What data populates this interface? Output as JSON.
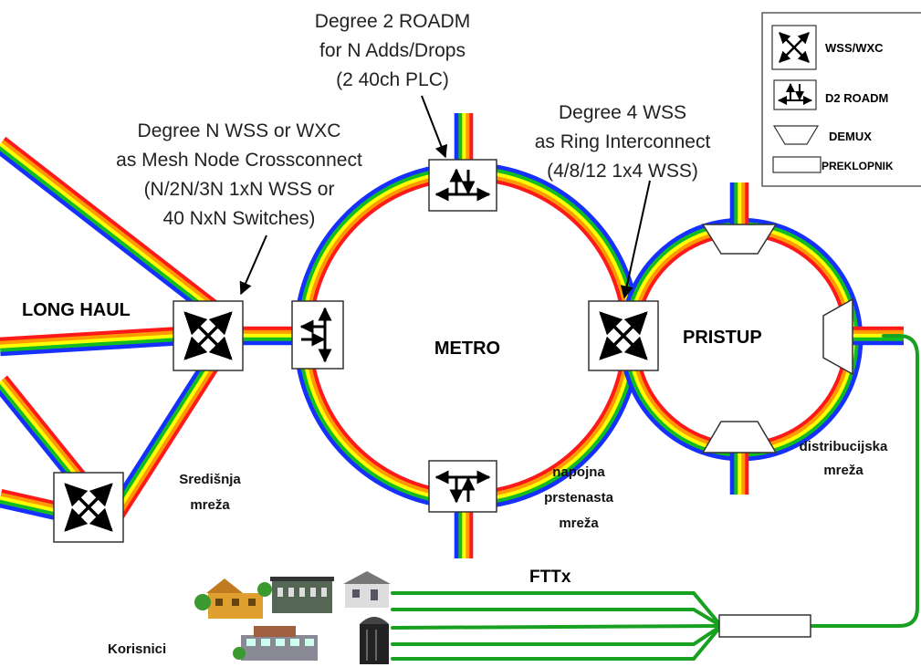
{
  "annotations": {
    "roadm_line1": "Degree 2 ROADM",
    "roadm_line2": "for N Adds/Drops",
    "roadm_line3": "(2 40ch PLC)",
    "meshnode_line1": "Degree N WSS or WXC",
    "meshnode_line2": "as Mesh Node Crossconnect",
    "meshnode_line3": "(N/2N/3N 1xN WSS or",
    "meshnode_line4": "40 NxN Switches)",
    "ring_line1": "Degree 4 WSS",
    "ring_line2": "as Ring Interconnect",
    "ring_line3": "(4/8/12 1x4 WSS)"
  },
  "labels": {
    "long_haul": "LONG HAUL",
    "metro": "METRO",
    "pristup": "PRISTUP",
    "sredisnja_1": "Središnja",
    "sredisnja_2": "mreža",
    "napojna_1": "napojna",
    "napojna_2": "prstenasta",
    "napojna_3": "mreža",
    "distribucijska_1": "distribucijska",
    "distribucijska_2": "mreža",
    "fttx": "FTTx",
    "korisnici": "Korisnici"
  },
  "legend": {
    "wss": "WSS/WXC",
    "roadm": "D2 ROADM",
    "demux": "DEMUX",
    "switch": "PREKLOPNIK"
  },
  "colors": {
    "red": "#ff1a1a",
    "orange": "#ff9900",
    "yellow": "#ffff00",
    "green": "#11bb22",
    "blue": "#1530ff",
    "fiber": "#18a020"
  }
}
